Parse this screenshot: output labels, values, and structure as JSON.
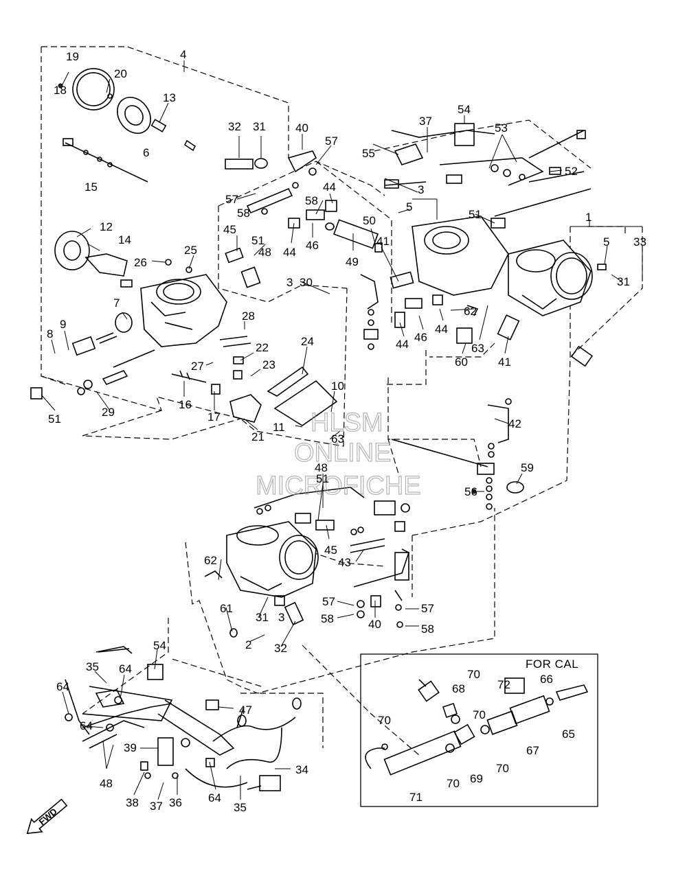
{
  "callouts": {
    "c1": "1",
    "c2": "2",
    "c3a": "3",
    "c3b": "3",
    "c3c": "3",
    "c4": "4",
    "c5a": "5",
    "c5b": "5",
    "c6": "6",
    "c7": "7",
    "c8": "8",
    "c9": "9",
    "c10": "10",
    "c11": "11",
    "c12": "12",
    "c13": "13",
    "c14": "14",
    "c15": "15",
    "c16": "16",
    "c17": "17",
    "c18": "18",
    "c19": "19",
    "c20": "20",
    "c21": "21",
    "c22": "22",
    "c23": "23",
    "c24": "24",
    "c25": "25",
    "c26": "26",
    "c27": "27",
    "c28": "28",
    "c29": "29",
    "c30": "30",
    "c31a": "31",
    "c31b": "31",
    "c31c": "31",
    "c32a": "32",
    "c32b": "32",
    "c33": "33",
    "c34": "34",
    "c35a": "35",
    "c35b": "35",
    "c36": "36",
    "c37a": "37",
    "c37b": "37",
    "c38": "38",
    "c39": "39",
    "c40a": "40",
    "c40b": "40",
    "c41a": "41",
    "c41b": "41",
    "c42": "42",
    "c43": "43",
    "c44a": "44",
    "c44b": "44",
    "c44c": "44",
    "c44d": "44",
    "c45a": "45",
    "c45b": "45",
    "c46a": "46",
    "c46b": "46",
    "c47": "47",
    "c48a": "48",
    "c48b": "48",
    "c48c": "48",
    "c49": "49",
    "c50": "50",
    "c51a": "51",
    "c51b": "51",
    "c51c": "51",
    "c51d": "51",
    "c52": "52",
    "c53": "53",
    "c54a": "54",
    "c54b": "54",
    "c55": "55",
    "c56": "56",
    "c57a": "57",
    "c57b": "57",
    "c57c": "57",
    "c57d": "57",
    "c58a": "58",
    "c58b": "58",
    "c58c": "58",
    "c58d": "58",
    "c59": "59",
    "c60": "60",
    "c61": "61",
    "c62a": "62",
    "c62b": "62",
    "c63a": "63",
    "c63b": "63",
    "c64a": "64",
    "c64b": "64",
    "c64c": "64",
    "c64d": "64",
    "c65": "65",
    "c66": "66",
    "c67": "67",
    "c68": "68",
    "c69": "69",
    "c70a": "70",
    "c70b": "70",
    "c70c": "70",
    "c70d": "70",
    "c70e": "70",
    "c71": "71",
    "c72": "72"
  },
  "cal_box": {
    "title": "FOR CAL"
  },
  "watermark": {
    "line1": "HLSM",
    "line2": "ONLINE",
    "line3": "MICROFICHE"
  },
  "fwd_badge": {
    "label": "FWD",
    "icon": "fwd-arrow-icon"
  }
}
